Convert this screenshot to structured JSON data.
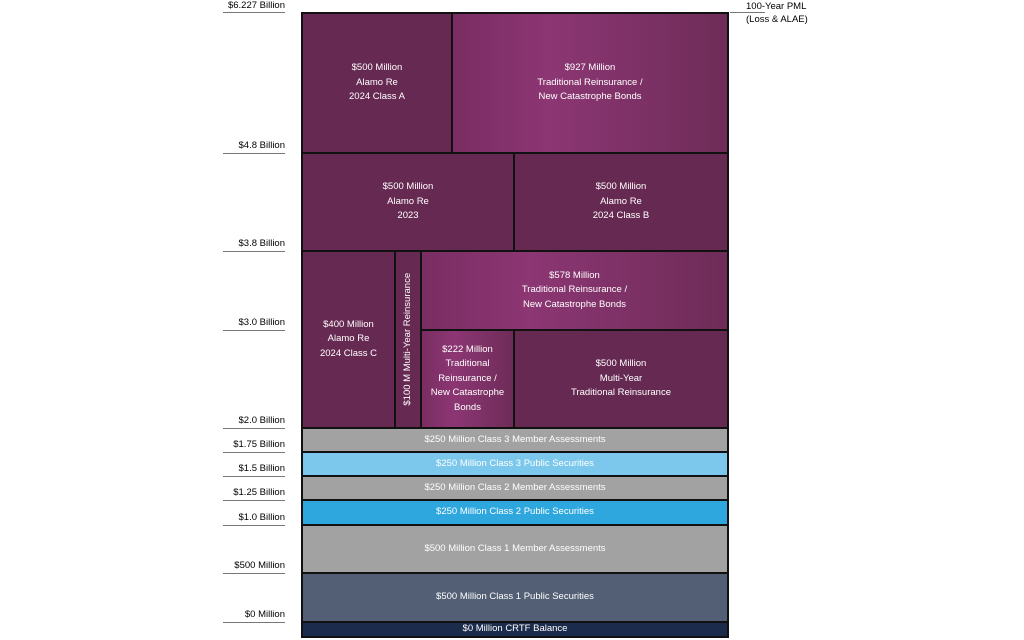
{
  "colors": {
    "alamo_re": "#662a52",
    "traditional": "#8c3673",
    "member_assessments": "#a2a2a2",
    "class3_public": "#7cc8ec",
    "class2_public": "#2ea7df",
    "class1_public": "#525f74",
    "crtf": "#1b2b4b"
  },
  "axis": {
    "top_right_label": "100-Year PML\n(Loss & ALAE)",
    "labels": [
      {
        "id": "l6227",
        "text": "$6.227 Billion"
      },
      {
        "id": "l48",
        "text": "$4.8 Billion"
      },
      {
        "id": "l38",
        "text": "$3.8 Billion"
      },
      {
        "id": "l30",
        "text": "$3.0 Billion"
      },
      {
        "id": "l20",
        "text": "$2.0 Billion"
      },
      {
        "id": "l175",
        "text": "$1.75 Billion"
      },
      {
        "id": "l15",
        "text": "$1.5 Billion"
      },
      {
        "id": "l125",
        "text": "$1.25 Billion"
      },
      {
        "id": "l10",
        "text": "$1.0 Billion"
      },
      {
        "id": "l500m",
        "text": "$500 Million"
      },
      {
        "id": "l0m",
        "text": "$0 Million"
      }
    ]
  },
  "blocks": {
    "alamo_2024a": "$500 Million\nAlamo Re\n2024 Class A",
    "trad_927": "$927 Million\nTraditional Reinsurance /\nNew Catastrophe Bonds",
    "alamo_2023": "$500 Million\nAlamo Re\n2023",
    "alamo_2024b": "$500 Million\nAlamo Re\n2024 Class B",
    "alamo_2024c": "$400 Million\nAlamo Re\n2024 Class C",
    "multiyear_100": "$100 M Multi-Year Reinsurance",
    "trad_578": "$578 Million\nTraditional Reinsurance /\nNew Catastrophe Bonds",
    "trad_222": "$222 Million\nTraditional\nReinsurance /\nNew Catastrophe\nBonds",
    "multiyear_500": "$500 Million\nMulti-Year\nTraditional Reinsurance",
    "class3_member": "$250 Million Class 3 Member Assessments",
    "class3_public": "$250 Million Class 3 Public Securities",
    "class2_member": "$250 Million Class 2 Member Assessments",
    "class2_public": "$250 Million Class 2 Public Securities",
    "class1_member": "$500 Million Class 1 Member Assessments",
    "class1_public": "$500 Million Class 1 Public Securities",
    "crtf": "$0 Million CRTF Balance"
  }
}
